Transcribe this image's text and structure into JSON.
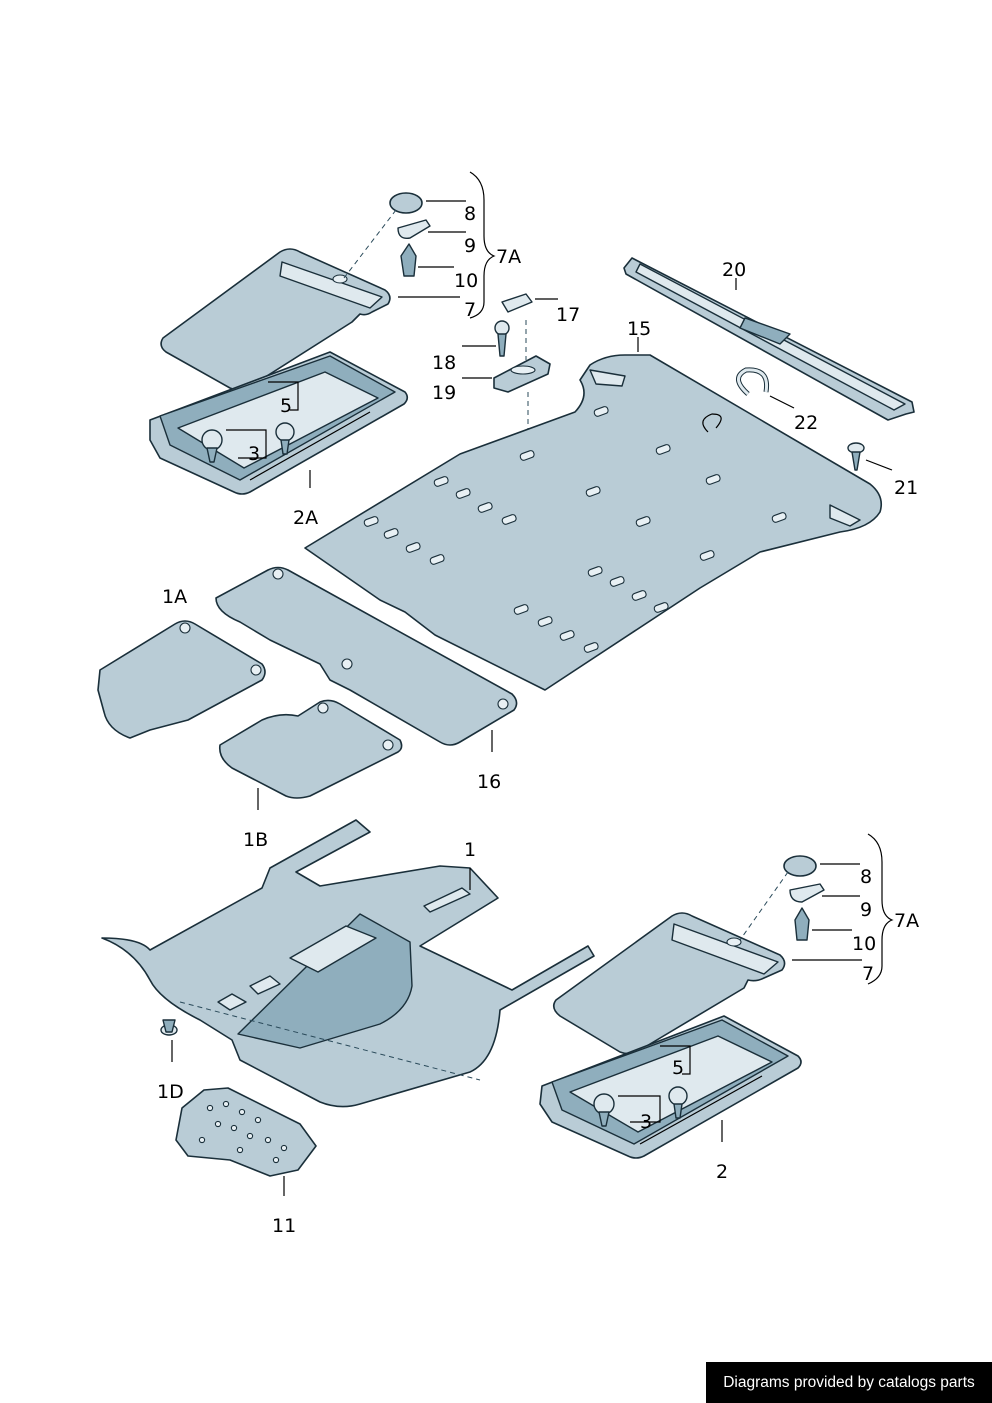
{
  "labels": {
    "p1": "1",
    "p1a": "1A",
    "p1b": "1B",
    "p1d": "1D",
    "p2": "2",
    "p2a": "2A",
    "p3_top": "3",
    "p3_bot": "3",
    "p5_top": "5",
    "p5_bot": "5",
    "p7_top": "7",
    "p7_bot": "7",
    "p7a_top": "7A",
    "p7a_bot": "7A",
    "p8_top": "8",
    "p8_bot": "8",
    "p9_top": "9",
    "p9_bot": "9",
    "p10_top": "10",
    "p10_bot": "10",
    "p11": "11",
    "p15": "15",
    "p16": "16",
    "p17": "17",
    "p18": "18",
    "p19": "19",
    "p20": "20",
    "p21": "21",
    "p22": "22"
  },
  "footer": {
    "credit": "Diagrams provided by catalogs parts"
  },
  "colors": {
    "part_fill": "#b9ccd6",
    "outline": "#1a2f3a",
    "credit_bg": "#000000"
  }
}
